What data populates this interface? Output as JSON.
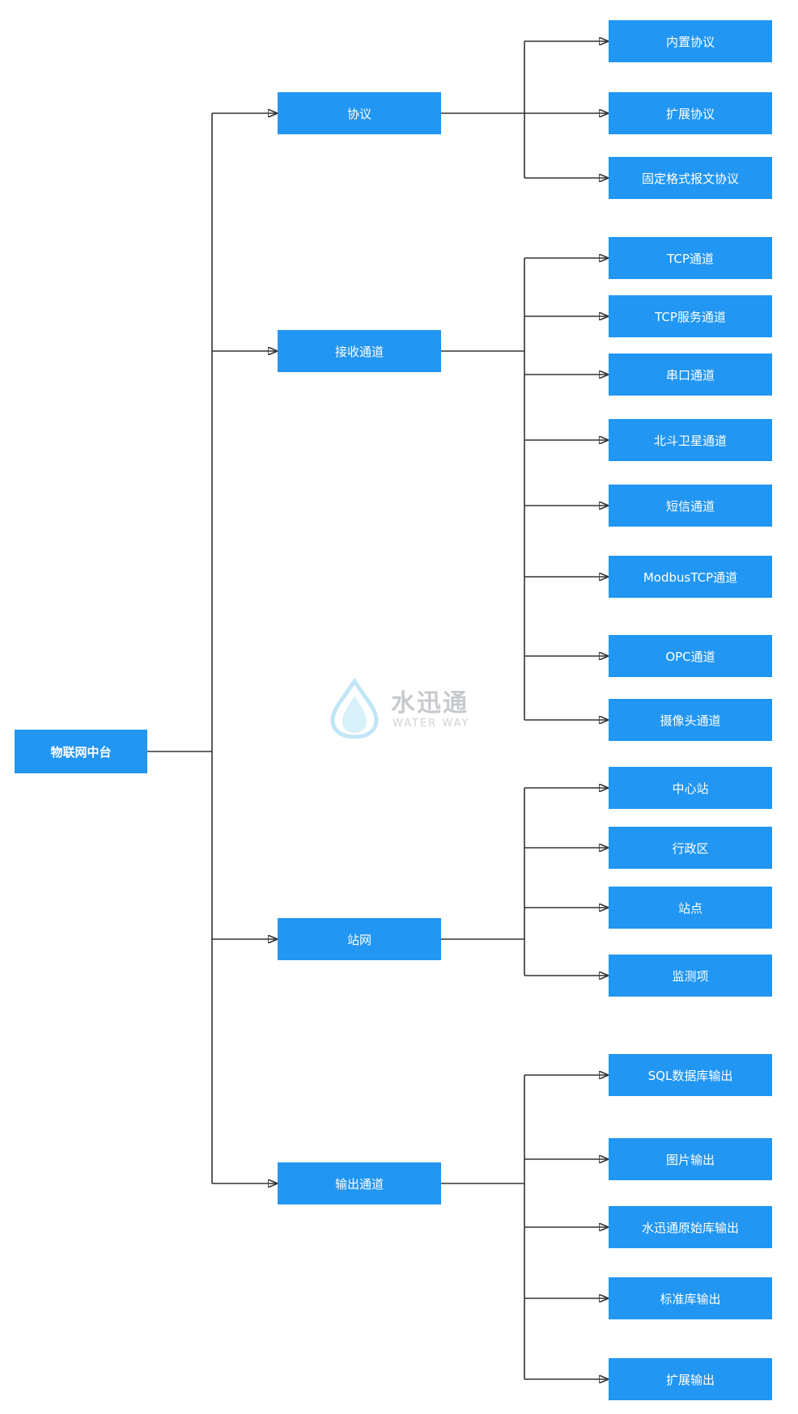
{
  "colors": {
    "node_fill": "#2196f3",
    "node_text": "#ffffff",
    "connector": "#333333"
  },
  "root": {
    "id": "root",
    "label": "物联网中台"
  },
  "branches": [
    {
      "id": "protocol",
      "label": "协议",
      "children": [
        {
          "label": "内置协议"
        },
        {
          "label": "扩展协议"
        },
        {
          "label": "固定格式报文协议"
        }
      ]
    },
    {
      "id": "receive",
      "label": "接收通道",
      "children": [
        {
          "label": "TCP通道"
        },
        {
          "label": "TCP服务通道"
        },
        {
          "label": "串口通道"
        },
        {
          "label": "北斗卫星通道"
        },
        {
          "label": "短信通道"
        },
        {
          "label": "ModbusTCP通道"
        },
        {
          "label": "OPC通道"
        },
        {
          "label": "摄像头通道"
        }
      ]
    },
    {
      "id": "station",
      "label": "站网",
      "children": [
        {
          "label": "中心站"
        },
        {
          "label": "行政区"
        },
        {
          "label": "站点"
        },
        {
          "label": "监测项"
        }
      ]
    },
    {
      "id": "output",
      "label": "输出通道",
      "children": [
        {
          "label": "SQL数据库输出"
        },
        {
          "label": "图片输出"
        },
        {
          "label": "水迅通原始库输出"
        },
        {
          "label": "标准库输出"
        },
        {
          "label": "扩展输出"
        }
      ]
    }
  ],
  "watermark": {
    "name_cn": "水迅通",
    "name_en": "WATER WAY",
    "icon": "water-drop-icon"
  }
}
